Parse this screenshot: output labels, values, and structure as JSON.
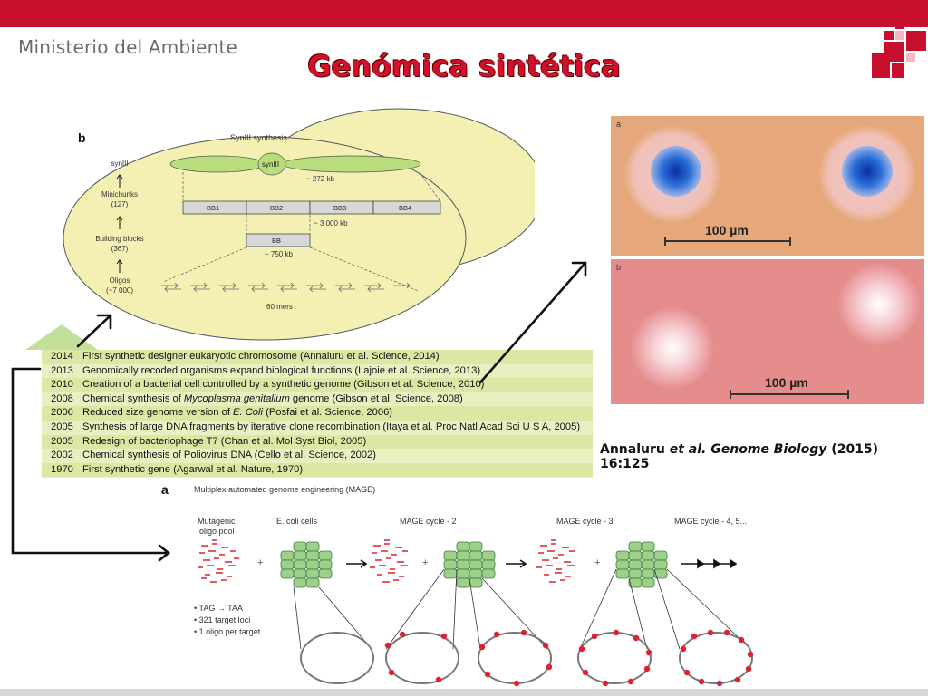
{
  "header": {
    "ministry": "Ministerio del Ambiente",
    "title": "Genómica sintética",
    "accent_color": "#c8102e"
  },
  "figure_b": {
    "panel_label": "b",
    "heading": "SynIII synthesis",
    "chromosome_label": "synIII",
    "size_272": "~ 272 kb",
    "hierarchy": [
      "synIII",
      "Minichunks",
      "(127)",
      "Building blocks",
      "(367)",
      "Oligos",
      "(~7 000)"
    ],
    "segments": [
      "BB1",
      "BB2",
      "BB3",
      "BB4"
    ],
    "size_3000": "~ 3 000 kb",
    "bb_label": "BB",
    "size_750": "~ 750 kb",
    "mers": "60 mers"
  },
  "timeline": [
    {
      "year": "2014",
      "text": "First synthetic designer eukaryotic chromosome (Annaluru et al. Science, 2014)"
    },
    {
      "year": "2013",
      "text": "Genomically recoded organisms expand biological functions (Lajoie et al. Science, 2013)"
    },
    {
      "year": "2010",
      "text": "Creation of a bacterial cell controlled by a synthetic genome (Gibson et al. Science, 2010)"
    },
    {
      "year": "2008",
      "pre": "Chemical synthesis of ",
      "em": "Mycoplasma genitalium",
      "post": " genome (Gibson et al. Science, 2008)"
    },
    {
      "year": "2006",
      "pre": "Reduced size genome version of ",
      "em": "E. Coli",
      "post": " (Posfai et al. Science, 2006)"
    },
    {
      "year": "2005",
      "text": "Synthesis of large DNA fragments by iterative clone recombination (Itaya et al. Proc Natl Acad Sci U S A, 2005)"
    },
    {
      "year": "2005",
      "text": "Redesign of bacteriophage T7 (Chan et al. Mol Syst Biol, 2005)"
    },
    {
      "year": "2002",
      "text": "Chemical synthesis of Poliovirus DNA (Cello et al. Science, 2002)"
    },
    {
      "year": "1970",
      "text": "First synthetic gene (Agarwal et al. Nature, 1970)"
    }
  ],
  "photos": {
    "label_a": "a",
    "label_b": "b",
    "scale_a": "100 µm",
    "scale_b": "100 µm"
  },
  "citation": {
    "authors": "Annaluru ",
    "etal": "et al.",
    "journal": "Genome Biology",
    "rest": " (2015) 16:125"
  },
  "figure_a": {
    "panel_label": "a",
    "heading": "Multiplex automated genome engineering (MAGE)",
    "pool_label_1": "Mutagenic",
    "pool_label_2": "oligo pool",
    "cells_label": "E. coli cells",
    "cycle2": "MAGE cycle - 2",
    "cycle3": "MAGE cycle - 3",
    "cycle45": "MAGE cycle - 4, 5...",
    "bullets": [
      "• TAG → TAA",
      "• 321 target loci",
      "• 1 oligo per target"
    ],
    "plus": "+"
  }
}
